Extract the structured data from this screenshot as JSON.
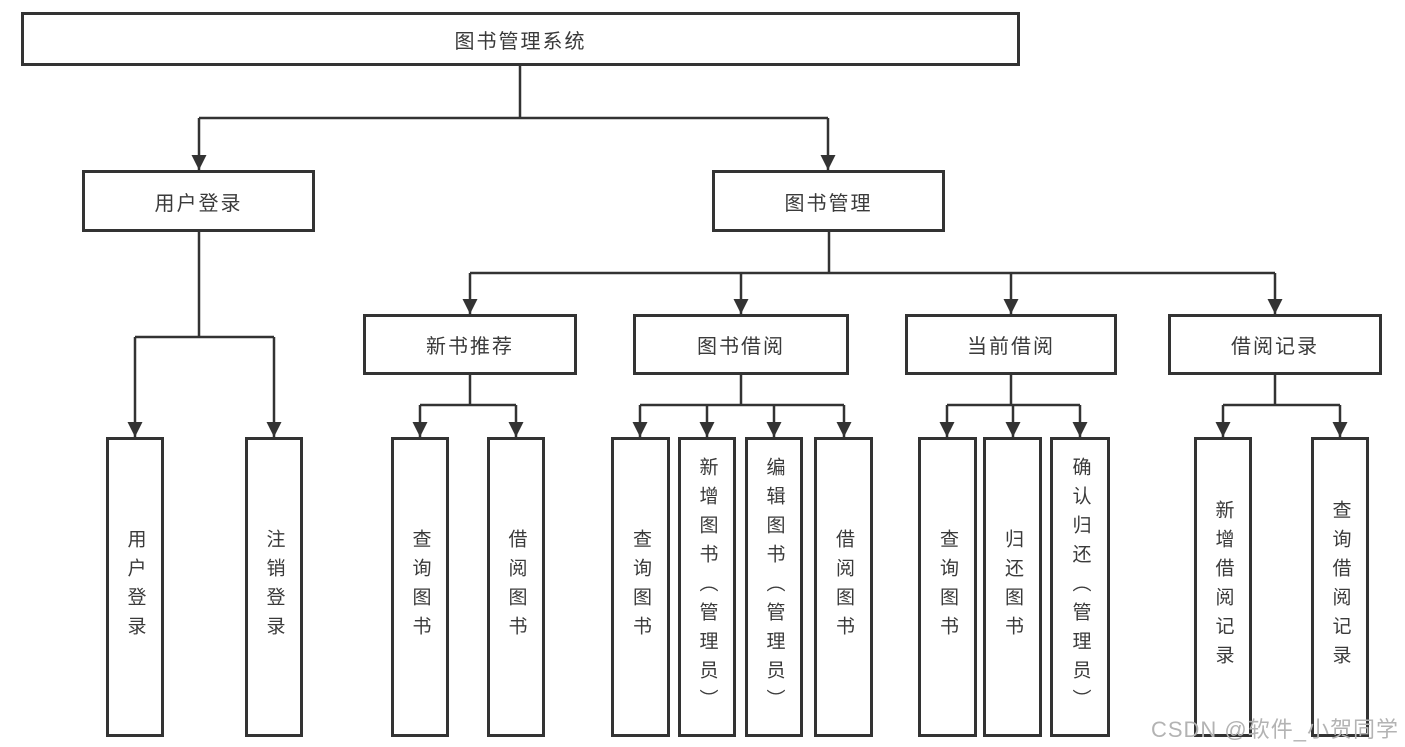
{
  "diagram": {
    "root": {
      "label": "图书管理系统"
    },
    "branches": [
      {
        "label": "用户登录",
        "children": [
          {
            "label": "用户登录"
          },
          {
            "label": "注销登录"
          }
        ]
      },
      {
        "label": "图书管理",
        "children": [
          {
            "label": "新书推荐",
            "children": [
              {
                "label": "查询图书"
              },
              {
                "label": "借阅图书"
              }
            ]
          },
          {
            "label": "图书借阅",
            "children": [
              {
                "label": "查询图书"
              },
              {
                "label": "新增图书（管理员）"
              },
              {
                "label": "编辑图书（管理员）"
              },
              {
                "label": "借阅图书"
              }
            ]
          },
          {
            "label": "当前借阅",
            "children": [
              {
                "label": "查询图书"
              },
              {
                "label": "归还图书"
              },
              {
                "label": "确认归还（管理员）"
              }
            ]
          },
          {
            "label": "借阅记录",
            "children": [
              {
                "label": "新增借阅记录"
              },
              {
                "label": "查询借阅记录"
              }
            ]
          }
        ]
      }
    ]
  },
  "watermark": {
    "text": "CSDN @软件_小贺同学"
  },
  "colors": {
    "line": "#333333",
    "box_border": "#333333",
    "text": "#3a3a3a",
    "watermark": "#b3b3b3",
    "background": "#ffffff"
  }
}
